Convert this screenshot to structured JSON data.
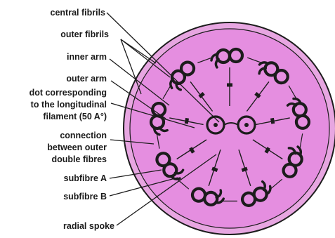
{
  "labels": {
    "central_fibrils": "central fibrils",
    "outer_fibrils": "outer fibrils",
    "inner_arm": "inner arm",
    "outer_arm": "outer arm",
    "dot_line1": "dot corresponding",
    "dot_line2": "to the longitudinal",
    "dot_line3": "filament (50 A°)",
    "connection_line1": "connection",
    "connection_line2": "between outer",
    "connection_line3": "double fibres",
    "subfibre_a": "subfibre A",
    "subfibre_b": "subfibre B",
    "radial_spoke": "radial spoke"
  },
  "colors": {
    "outer_ring": "#e7a6e1",
    "disc": "#e58ee0",
    "stroke": "#1c1c1c",
    "background": "#ffffff"
  }
}
